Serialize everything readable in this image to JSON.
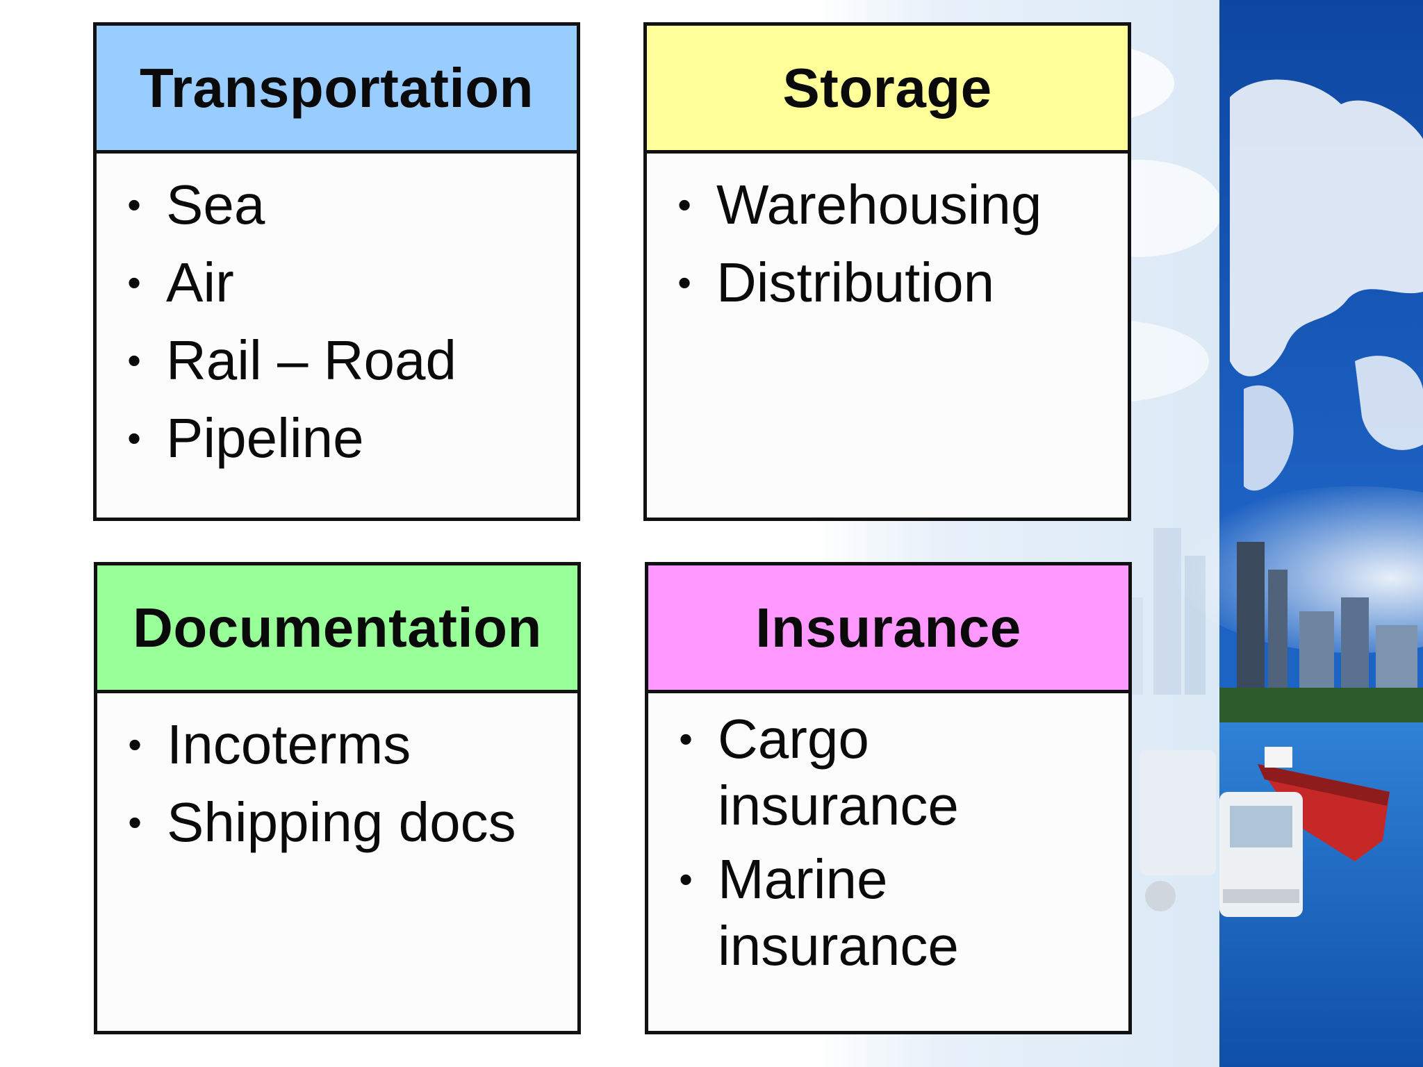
{
  "colors": {
    "transportation_header": "#99ccff",
    "storage_header": "#ffff99",
    "documentation_header": "#99ff99",
    "insurance_header": "#ff99ff",
    "border": "#111111"
  },
  "boxes": {
    "transportation": {
      "title": "Transportation",
      "items": [
        "Sea",
        "Air",
        "Rail – Road",
        "Pipeline"
      ]
    },
    "storage": {
      "title": "Storage",
      "items": [
        "Warehousing",
        "Distribution"
      ]
    },
    "documentation": {
      "title": "Documentation",
      "items": [
        "Incoterms",
        "Shipping docs"
      ]
    },
    "insurance": {
      "title": "Insurance",
      "items": [
        "Cargo insurance",
        "Marine insurance"
      ]
    }
  },
  "bullet_symbol": "•"
}
